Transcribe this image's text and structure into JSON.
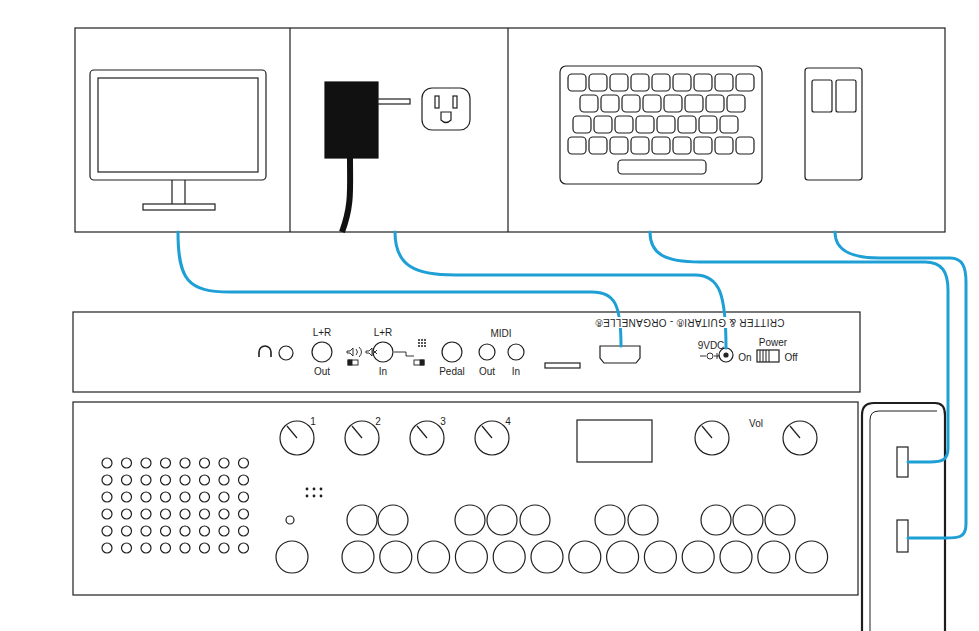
{
  "diagram": {
    "labels": [
      "CRITTER & GUITARI® - ORGANELLE®",
      "L+R",
      "Out",
      "L+R",
      "In",
      "Pedal",
      "MIDI",
      "Out",
      "In",
      "9VDC",
      "Power",
      "On",
      "Off",
      "1",
      "2",
      "3",
      "4",
      "Vol"
    ]
  }
}
